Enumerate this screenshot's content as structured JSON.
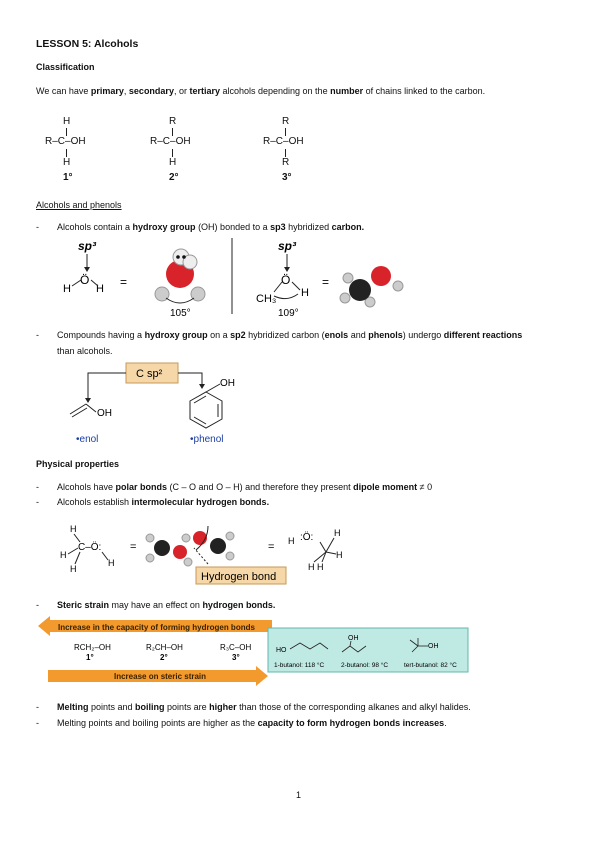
{
  "title": "LESSON 5: Alcohols",
  "classification": {
    "heading": "Classification",
    "sentence": {
      "p1": "We can have ",
      "b1": "primary",
      "p2": ", ",
      "b2": "secondary",
      "p3": ", or ",
      "b3": "tertiary",
      "p4": " alcohols depending on the ",
      "b4": "number",
      "p5": " of chains linked to the carbon."
    },
    "structures": [
      {
        "top": "H",
        "bottom": "H",
        "label": "1°"
      },
      {
        "top": "R",
        "bottom": "H",
        "label": "2°"
      },
      {
        "top": "R",
        "bottom": "R",
        "label": "3°"
      }
    ],
    "left": "R–C–OH"
  },
  "alcohols_phenols": {
    "heading": "Alcohols and phenols",
    "bullet1": {
      "dash": "-",
      "p1": "Alcohols contain a ",
      "b1": "hydroxy group",
      "p2": " (OH) bonded to a ",
      "b2": "sp3",
      "p3": " hybridized ",
      "b3": "carbon."
    },
    "fig1": {
      "sp3_left": "sp³",
      "sp3_right": "sp³",
      "angle_left": "105°",
      "angle_right": "109°",
      "h_left": "H",
      "o_left": "Ö",
      "h_right": "H",
      "equals": "=",
      "ch3": "CH₃",
      "o2": "Ö",
      "h2": "H"
    },
    "bullet2": {
      "dash": "-",
      "p1": "Compounds having a ",
      "b1": "hydroxy group",
      "p2": " on a ",
      "b2": "sp2",
      "p3": " hybridized carbon (",
      "b3": "enols",
      "p4": " and ",
      "b4": "phenols",
      "p5": ") undergo ",
      "b5": "different reactions",
      "line2": "than alcohols."
    },
    "fig2": {
      "box": "C sp²",
      "oh1": "OH",
      "oh2": "OH",
      "enol": "•enol",
      "phenol": "•phenol"
    }
  },
  "physical": {
    "heading": "Physical properties",
    "bullet1": {
      "dash": "-",
      "p1": "Alcohols have ",
      "b1": "polar bonds",
      "p2": " (C – O and O – H) and therefore they present ",
      "b2": "dipole moment",
      "p3": " ≠ 0"
    },
    "bullet2": {
      "dash": "-",
      "p1": "Alcohols establish ",
      "b1": "intermolecular hydrogen bonds."
    },
    "fig3": {
      "hbond": "Hydrogen bond",
      "equals1": "=",
      "equals2": "="
    },
    "bullet3": {
      "dash": "-",
      "b1": "Steric strain",
      "p1": " may have an effect on ",
      "b2": "hydrogen bonds."
    },
    "fig4": {
      "arrow_top": "Increase in the capacity of forming hydrogen bonds",
      "arrow_bottom": "Increase on steric strain",
      "formulas": [
        {
          "f": "RCH₂–OH",
          "d": "1°"
        },
        {
          "f": "R₂CH–OH",
          "d": "2°"
        },
        {
          "f": "R₃C–OH",
          "d": "3°"
        }
      ],
      "butanols": [
        "1-butanol: 118 °C",
        "2-butanol: 98 °C",
        "tert-butanol: 82 °C"
      ],
      "ho": "HO",
      "oh_a": "OH",
      "oh_b": "OH"
    },
    "bullet4": {
      "dash": "-",
      "b1": "Melting",
      "p1": " points and ",
      "b2": "boiling",
      "p2": " points are ",
      "b3": "higher",
      "p3": " than those of the corresponding alkanes and alkyl halides."
    },
    "bullet5": {
      "dash": "-",
      "p1": "Melting points and boiling points are higher as the ",
      "b1": "capacity to form hydrogen bonds increases",
      "p2": "."
    }
  },
  "page_number": "1",
  "colors": {
    "red_atom": "#d8232a",
    "orange_arrow": "#f39a2e",
    "teal_box": "#bfe9e3",
    "tan_box": "#f6d7a7"
  }
}
